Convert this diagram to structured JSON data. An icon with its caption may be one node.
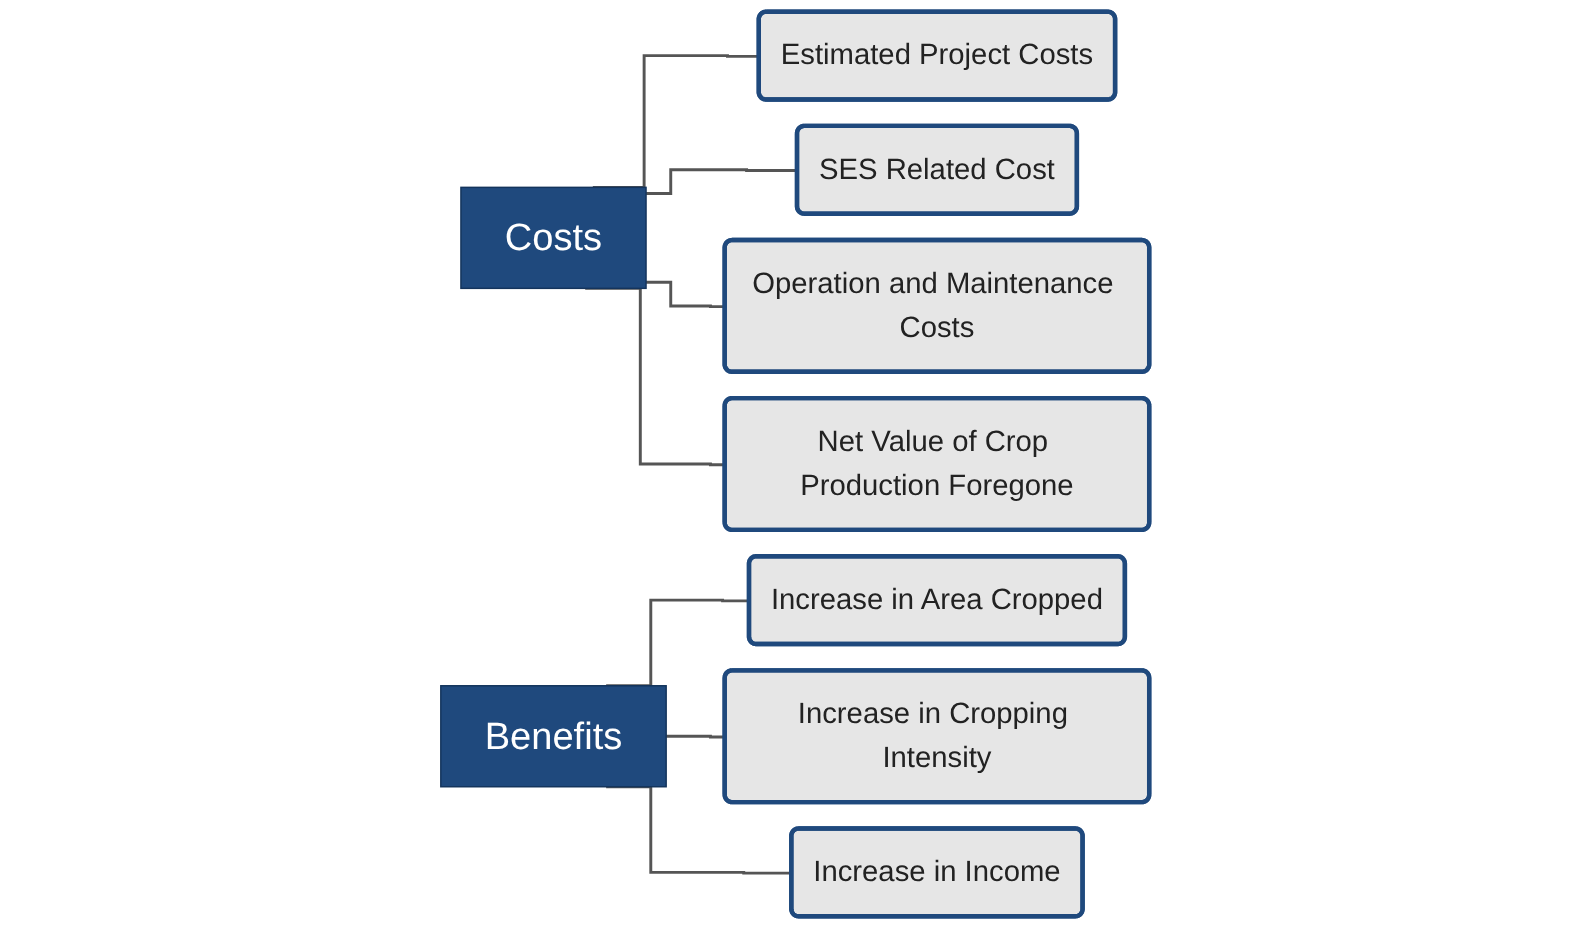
{
  "diagram": {
    "nodes": [
      {
        "text": [
          "Costs"
        ]
      },
      {
        "text": [
          "Estimated Project Costs"
        ]
      },
      {
        "text": [
          "SES Related Cost"
        ]
      },
      {
        "text": [
          "Operation and Maintenance Costs"
        ]
      },
      {
        "text": [
          "Net Value of Crop Production Foregone"
        ]
      },
      {
        "text": [
          "Benefits"
        ]
      },
      {
        "text": [
          "Increase in Area Cropped"
        ]
      },
      {
        "text": [
          "Increase in Cropping Intensity"
        ]
      },
      {
        "text": [
          "Increase in Income"
        ]
      }
    ],
    "edges": [
      {
        "from": 0,
        "to": 1,
        "arrow": "none"
      },
      {
        "from": 0,
        "to": 2,
        "arrow": "none"
      },
      {
        "from": 0,
        "to": 3,
        "arrow": "none"
      },
      {
        "from": 0,
        "to": 4,
        "arrow": "none"
      },
      {
        "from": 5,
        "to": 6,
        "arrow": "none"
      },
      {
        "from": 5,
        "to": 7,
        "arrow": "none"
      },
      {
        "from": 5,
        "to": 8,
        "arrow": "none"
      }
    ]
  }
}
